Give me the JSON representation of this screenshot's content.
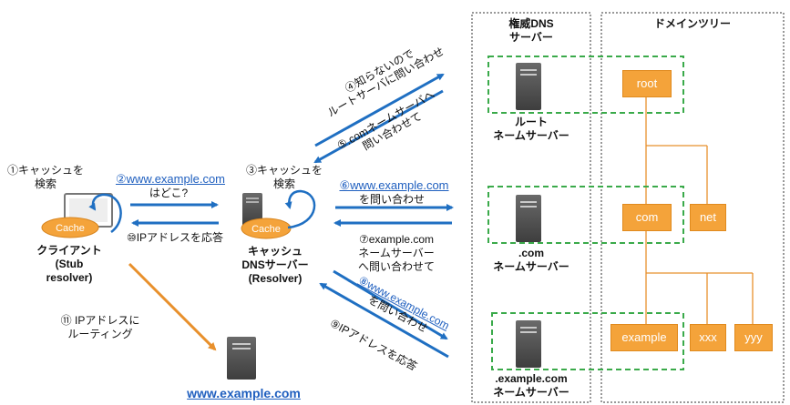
{
  "client": {
    "step1": [
      "①キャッシュを",
      "検索"
    ],
    "cache": "Cache",
    "label": [
      "クライアント",
      "(Stub",
      "resolver)"
    ]
  },
  "resolver": {
    "step3": [
      "③キャッシュを",
      "検索"
    ],
    "cache": "Cache",
    "label": [
      "キャッシュ",
      "DNSサーバー",
      "(Resolver)"
    ]
  },
  "client_to_resolver": {
    "step2_url": "②www.example.com",
    "step2_tail": "はどこ?",
    "step10": "⑩IPアドレスを応答"
  },
  "root_exchange": {
    "step4": [
      "④知らないので",
      "ルートサーバに問い合わせ"
    ],
    "step5": [
      "⑤.comネームサーバへ",
      "問い合わせて"
    ]
  },
  "com_exchange": {
    "step6_url": "⑥www.example.com",
    "step6_tail": "を問い合わせ",
    "step7": [
      "⑦example.com",
      "ネームサーバー",
      "へ問い合わせて"
    ]
  },
  "example_exchange": {
    "step8_url": "⑧www.example.com",
    "step8_tail": "を問い合わせ",
    "step9": "⑨IPアドレスを応答"
  },
  "routing": {
    "step11": [
      "⑪ IPアドレスに",
      "ルーティング"
    ],
    "web_server": "www.example.com"
  },
  "authoritative": {
    "title": [
      "権威DNS",
      "サーバー"
    ],
    "root_server": [
      "ルート",
      "ネームサーバー"
    ],
    "com_server": [
      ".com",
      "ネームサーバー"
    ],
    "example_server": [
      ".example.com",
      "ネームサーバー"
    ]
  },
  "domain_tree": {
    "title": "ドメインツリー",
    "nodes": [
      "root",
      "com",
      "net",
      "example",
      "xxx",
      "yyy"
    ]
  },
  "colors": {
    "arrow_blue": "#1f6fc2",
    "arrow_orange": "#e8902c",
    "node_orange": "#f4a33a",
    "zone_green": "#3aaa4a",
    "server_gray": "#5a5a5a"
  }
}
